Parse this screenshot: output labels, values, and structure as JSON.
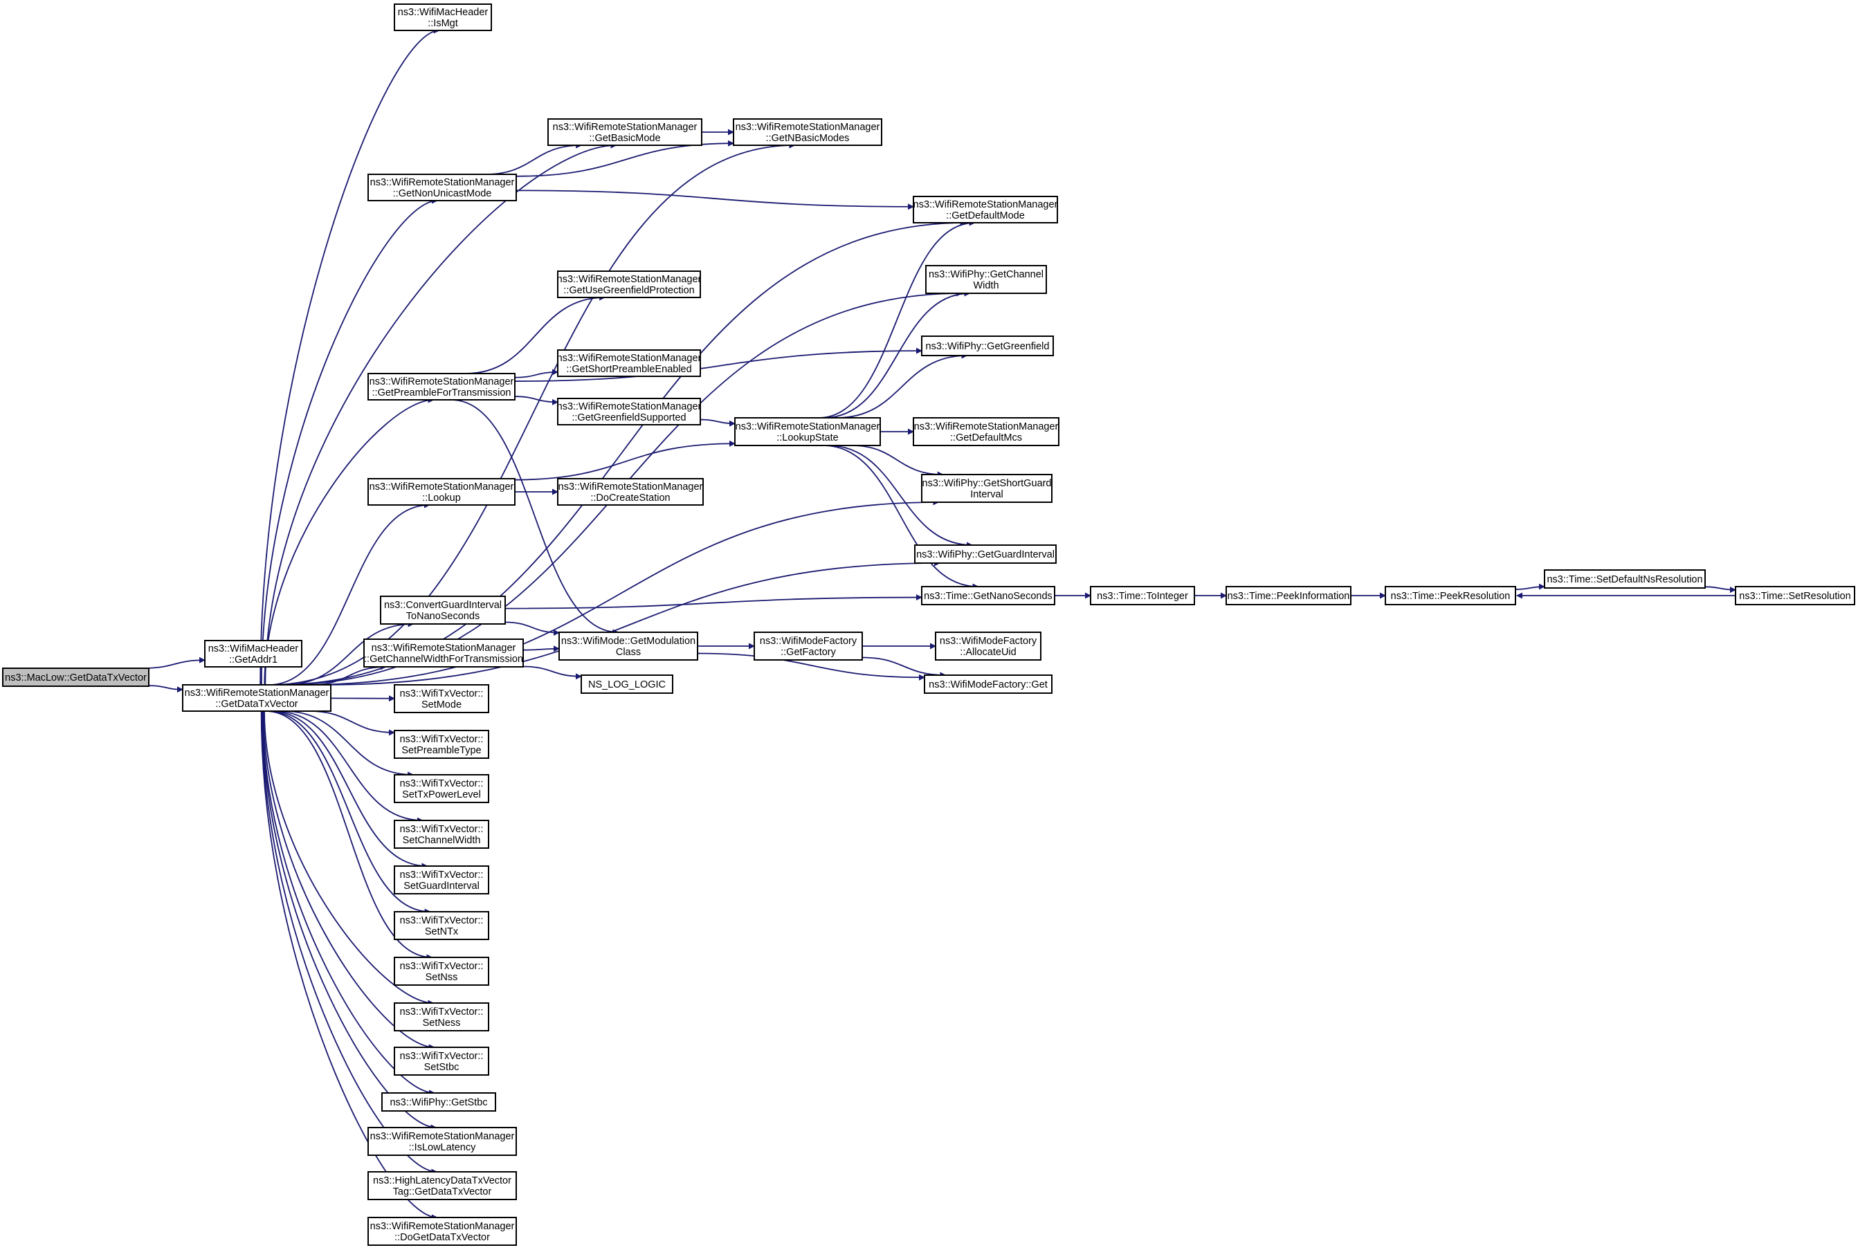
{
  "graph": {
    "nodes": [
      {
        "id": "root",
        "lines": [
          "ns3::MacLow::GetDataTxVector"
        ]
      },
      {
        "id": "getaddr1",
        "lines": [
          "ns3::WifiMacHeader",
          "::GetAddr1"
        ]
      },
      {
        "id": "rsm_getdatatx",
        "lines": [
          "ns3::WifiRemoteStationManager",
          "::GetDataTxVector"
        ]
      },
      {
        "id": "ismgt",
        "lines": [
          "ns3::WifiMacHeader",
          "::IsMgt"
        ]
      },
      {
        "id": "getbasicmode",
        "lines": [
          "ns3::WifiRemoteStationManager",
          "::GetBasicMode"
        ]
      },
      {
        "id": "getnbasicmodes",
        "lines": [
          "ns3::WifiRemoteStationManager",
          "::GetNBasicModes"
        ]
      },
      {
        "id": "getnonunicast",
        "lines": [
          "ns3::WifiRemoteStationManager",
          "::GetNonUnicastMode"
        ]
      },
      {
        "id": "getdefaultmode",
        "lines": [
          "ns3::WifiRemoteStationManager",
          "::GetDefaultMode"
        ]
      },
      {
        "id": "getchannelwidth",
        "lines": [
          "ns3::WifiPhy::GetChannel",
          "Width"
        ]
      },
      {
        "id": "getusegreenfield",
        "lines": [
          "ns3::WifiRemoteStationManager",
          "::GetUseGreenfieldProtection"
        ]
      },
      {
        "id": "getgreenfield",
        "lines": [
          "ns3::WifiPhy::GetGreenfield"
        ]
      },
      {
        "id": "getshortpreamble",
        "lines": [
          "ns3::WifiRemoteStationManager",
          "::GetShortPreambleEnabled"
        ]
      },
      {
        "id": "getpreamble",
        "lines": [
          "ns3::WifiRemoteStationManager",
          "::GetPreambleForTransmission"
        ]
      },
      {
        "id": "getgreenfieldsupp",
        "lines": [
          "ns3::WifiRemoteStationManager",
          "::GetGreenfieldSupported"
        ]
      },
      {
        "id": "lookupstate",
        "lines": [
          "ns3::WifiRemoteStationManager",
          "::LookupState"
        ]
      },
      {
        "id": "getdefaultmcs",
        "lines": [
          "ns3::WifiRemoteStationManager",
          "::GetDefaultMcs"
        ]
      },
      {
        "id": "lookup",
        "lines": [
          "ns3::WifiRemoteStationManager",
          "::Lookup"
        ]
      },
      {
        "id": "docreatestation",
        "lines": [
          "ns3::WifiRemoteStationManager",
          "::DoCreateStation"
        ]
      },
      {
        "id": "getshortguard",
        "lines": [
          "ns3::WifiPhy::GetShortGuard",
          "Interval"
        ]
      },
      {
        "id": "getguardinterval",
        "lines": [
          "ns3::WifiPhy::GetGuardInterval"
        ]
      },
      {
        "id": "convertguard",
        "lines": [
          "ns3::ConvertGuardInterval",
          "ToNanoSeconds"
        ]
      },
      {
        "id": "getnanoseconds",
        "lines": [
          "ns3::Time::GetNanoSeconds"
        ]
      },
      {
        "id": "tointeger",
        "lines": [
          "ns3::Time::ToInteger"
        ]
      },
      {
        "id": "peekinfo",
        "lines": [
          "ns3::Time::PeekInformation"
        ]
      },
      {
        "id": "peekres",
        "lines": [
          "ns3::Time::PeekResolution"
        ]
      },
      {
        "id": "setdefaultns",
        "lines": [
          "ns3::Time::SetDefaultNsResolution"
        ]
      },
      {
        "id": "setres",
        "lines": [
          "ns3::Time::SetResolution"
        ]
      },
      {
        "id": "getmodclass",
        "lines": [
          "ns3::WifiMode::GetModulation",
          "Class"
        ]
      },
      {
        "id": "getchwidthtx",
        "lines": [
          "ns3::WifiRemoteStationManager",
          "::GetChannelWidthForTransmission"
        ]
      },
      {
        "id": "getfactory",
        "lines": [
          "ns3::WifiModeFactory",
          "::GetFactory"
        ]
      },
      {
        "id": "allocateuid",
        "lines": [
          "ns3::WifiModeFactory",
          "::AllocateUid"
        ]
      },
      {
        "id": "nslog",
        "lines": [
          "NS_LOG_LOGIC"
        ]
      },
      {
        "id": "factoryget",
        "lines": [
          "ns3::WifiModeFactory::Get"
        ]
      },
      {
        "id": "setmode",
        "lines": [
          "ns3::WifiTxVector::",
          "SetMode"
        ]
      },
      {
        "id": "setpreamble",
        "lines": [
          "ns3::WifiTxVector::",
          "SetPreambleType"
        ]
      },
      {
        "id": "settxpower",
        "lines": [
          "ns3::WifiTxVector::",
          "SetTxPowerLevel"
        ]
      },
      {
        "id": "setchwidth",
        "lines": [
          "ns3::WifiTxVector::",
          "SetChannelWidth"
        ]
      },
      {
        "id": "setguard",
        "lines": [
          "ns3::WifiTxVector::",
          "SetGuardInterval"
        ]
      },
      {
        "id": "setntx",
        "lines": [
          "ns3::WifiTxVector::",
          "SetNTx"
        ]
      },
      {
        "id": "setnss",
        "lines": [
          "ns3::WifiTxVector::",
          "SetNss"
        ]
      },
      {
        "id": "setness",
        "lines": [
          "ns3::WifiTxVector::",
          "SetNess"
        ]
      },
      {
        "id": "setstbc",
        "lines": [
          "ns3::WifiTxVector::",
          "SetStbc"
        ]
      },
      {
        "id": "getstbc",
        "lines": [
          "ns3::WifiPhy::GetStbc"
        ]
      },
      {
        "id": "islowlatency",
        "lines": [
          "ns3::WifiRemoteStationManager",
          "::IsLowLatency"
        ]
      },
      {
        "id": "highlatency",
        "lines": [
          "ns3::HighLatencyDataTxVector",
          "Tag::GetDataTxVector"
        ]
      },
      {
        "id": "dogetdatatx",
        "lines": [
          "ns3::WifiRemoteStationManager",
          "::DoGetDataTxVector"
        ]
      }
    ],
    "edges": [
      [
        "root",
        "getaddr1"
      ],
      [
        "root",
        "rsm_getdatatx"
      ],
      [
        "rsm_getdatatx",
        "ismgt"
      ],
      [
        "rsm_getdatatx",
        "getbasicmode"
      ],
      [
        "rsm_getdatatx",
        "getnbasicmodes"
      ],
      [
        "rsm_getdatatx",
        "getnonunicast"
      ],
      [
        "rsm_getdatatx",
        "getdefaultmode"
      ],
      [
        "rsm_getdatatx",
        "getchannelwidth"
      ],
      [
        "rsm_getdatatx",
        "getpreamble"
      ],
      [
        "rsm_getdatatx",
        "lookup"
      ],
      [
        "rsm_getdatatx",
        "getshortguard"
      ],
      [
        "rsm_getdatatx",
        "getguardinterval"
      ],
      [
        "rsm_getdatatx",
        "convertguard"
      ],
      [
        "rsm_getdatatx",
        "getchwidthtx"
      ],
      [
        "rsm_getdatatx",
        "setmode"
      ],
      [
        "rsm_getdatatx",
        "setpreamble"
      ],
      [
        "rsm_getdatatx",
        "settxpower"
      ],
      [
        "rsm_getdatatx",
        "setchwidth"
      ],
      [
        "rsm_getdatatx",
        "setguard"
      ],
      [
        "rsm_getdatatx",
        "setntx"
      ],
      [
        "rsm_getdatatx",
        "setnss"
      ],
      [
        "rsm_getdatatx",
        "setness"
      ],
      [
        "rsm_getdatatx",
        "setstbc"
      ],
      [
        "rsm_getdatatx",
        "getstbc"
      ],
      [
        "rsm_getdatatx",
        "islowlatency"
      ],
      [
        "rsm_getdatatx",
        "highlatency"
      ],
      [
        "rsm_getdatatx",
        "dogetdatatx"
      ],
      [
        "getnonunicast",
        "getbasicmode"
      ],
      [
        "getnonunicast",
        "getnbasicmodes"
      ],
      [
        "getnonunicast",
        "getdefaultmode"
      ],
      [
        "getbasicmode",
        "getnbasicmodes"
      ],
      [
        "getpreamble",
        "getusegreenfield"
      ],
      [
        "getpreamble",
        "getgreenfield"
      ],
      [
        "getpreamble",
        "getshortpreamble"
      ],
      [
        "getpreamble",
        "getgreenfieldsupp"
      ],
      [
        "getpreamble",
        "getmodclass"
      ],
      [
        "getgreenfieldsupp",
        "lookupstate"
      ],
      [
        "lookupstate",
        "getdefaultmode"
      ],
      [
        "lookupstate",
        "getchannelwidth"
      ],
      [
        "lookupstate",
        "getgreenfield"
      ],
      [
        "lookupstate",
        "getdefaultmcs"
      ],
      [
        "lookupstate",
        "getshortguard"
      ],
      [
        "lookupstate",
        "getguardinterval"
      ],
      [
        "lookupstate",
        "getnanoseconds"
      ],
      [
        "lookup",
        "lookupstate"
      ],
      [
        "lookup",
        "docreatestation"
      ],
      [
        "convertguard",
        "getnanoseconds"
      ],
      [
        "convertguard",
        "getmodclass"
      ],
      [
        "getchwidthtx",
        "getmodclass"
      ],
      [
        "getchwidthtx",
        "nslog"
      ],
      [
        "getmodclass",
        "getfactory"
      ],
      [
        "getmodclass",
        "factoryget"
      ],
      [
        "getfactory",
        "allocateuid"
      ],
      [
        "getfactory",
        "factoryget"
      ],
      [
        "getnanoseconds",
        "tointeger"
      ],
      [
        "tointeger",
        "peekinfo"
      ],
      [
        "peekinfo",
        "peekres"
      ],
      [
        "peekres",
        "setdefaultns"
      ],
      [
        "setdefaultns",
        "setres"
      ],
      [
        "setres",
        "peekres"
      ]
    ]
  }
}
